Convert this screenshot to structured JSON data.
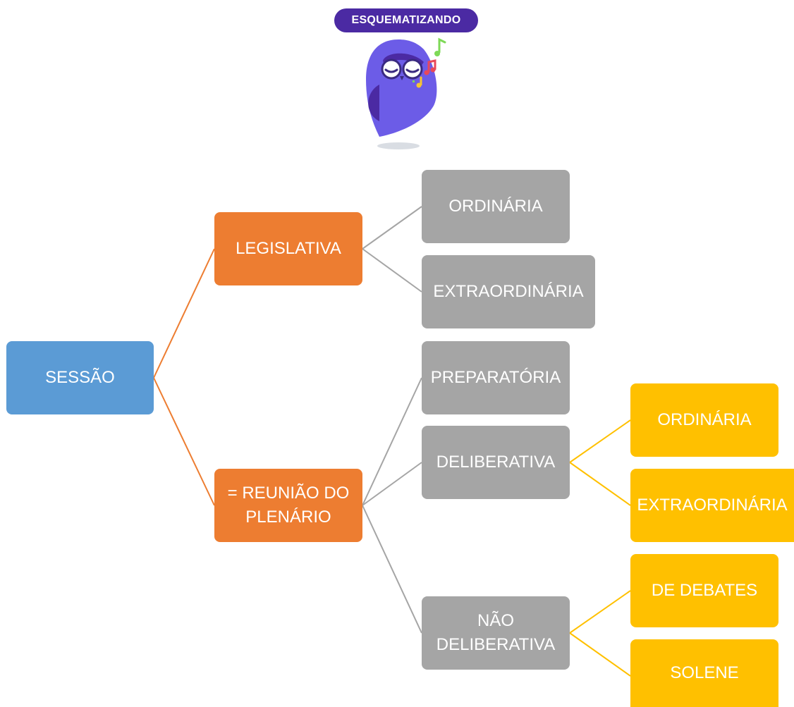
{
  "header": {
    "badge_text": "ESQUEMATIZANDO",
    "mascot_icon": "owl-mascot-with-music-notes-icon"
  },
  "colors": {
    "root": "#5b9bd5",
    "level1": "#ed7d31",
    "level2": "#a5a5a5",
    "level3": "#ffc000",
    "badge": "#4b2aa3",
    "mascot": "#6c5ce7",
    "link_orange": "#ed7d31",
    "link_gray": "#a5a5a5",
    "link_gold": "#ffc000"
  },
  "diagram": {
    "root": {
      "label": "SESSÃO"
    },
    "level1": [
      {
        "label": "LEGISLATIVA"
      },
      {
        "label": "= REUNIÃO DO\nPLENÁRIO"
      }
    ],
    "legislativa_children": [
      {
        "label": "ORDINÁRIA"
      },
      {
        "label": "EXTRAORDINÁRIA"
      }
    ],
    "reuniao_children": [
      {
        "label": "PREPARATÓRIA"
      },
      {
        "label": "DELIBERATIVA"
      },
      {
        "label": "NÃO\nDELIBERATIVA"
      }
    ],
    "deliberativa_children": [
      {
        "label": "ORDINÁRIA"
      },
      {
        "label": "EXTRAORDINÁRIA"
      }
    ],
    "nao_deliberativa_children": [
      {
        "label": "DE DEBATES"
      },
      {
        "label": "SOLENE"
      }
    ]
  }
}
